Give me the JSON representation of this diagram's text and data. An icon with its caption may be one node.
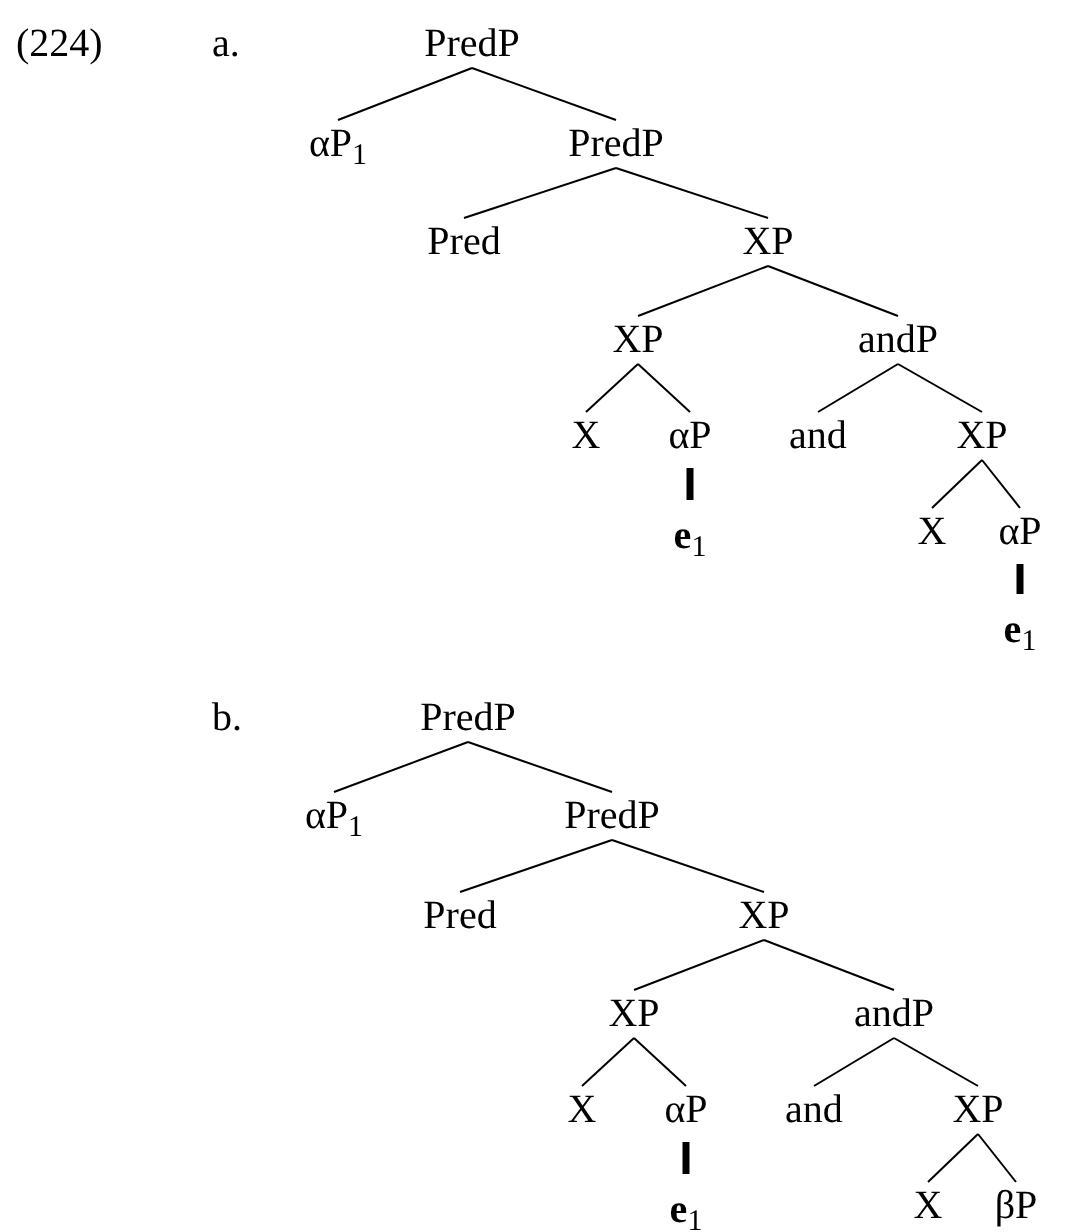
{
  "diagram": {
    "nodes": [
      {
        "text": [
          "PredP"
        ]
      },
      {
        "text": [
          "αP$_{1}$"
        ]
      },
      {
        "text": [
          "PredP"
        ]
      },
      {
        "text": [
          "Pred"
        ]
      },
      {
        "text": [
          "XP"
        ]
      },
      {
        "text": [
          "XP"
        ]
      },
      {
        "text": [
          "andP"
        ]
      },
      {
        "text": [
          "X"
        ]
      },
      {
        "text": [
          "αP"
        ]
      },
      {
        "text": [
          "and"
        ]
      },
      {
        "text": [
          "XP"
        ]
      },
      {
        "text": [
          "**e**$_{1}$"
        ]
      },
      {
        "text": [
          "X"
        ]
      },
      {
        "text": [
          "αP"
        ]
      },
      {
        "text": [
          "**e**$_{1}$"
        ]
      },
      {
        "text": [
          "PredP"
        ]
      },
      {
        "text": [
          "αP$_{1}$"
        ]
      },
      {
        "text": [
          "PredP"
        ]
      },
      {
        "text": [
          "Pred"
        ]
      },
      {
        "text": [
          "XP"
        ]
      },
      {
        "text": [
          "XP"
        ]
      },
      {
        "text": [
          "andP"
        ]
      },
      {
        "text": [
          "X"
        ]
      },
      {
        "text": [
          "αP"
        ]
      },
      {
        "text": [
          "and"
        ]
      },
      {
        "text": [
          "XP"
        ]
      },
      {
        "text": [
          "**e**$_{1}$"
        ]
      },
      {
        "text": [
          "X"
        ]
      },
      {
        "text": [
          "βP"
        ]
      }
    ],
    "edges": [
      {
        "from": 0,
        "to": 1,
        "arrow": "none"
      },
      {
        "from": 0,
        "to": 2,
        "arrow": "none"
      },
      {
        "from": 2,
        "to": 3,
        "arrow": "none"
      },
      {
        "from": 2,
        "to": 4,
        "arrow": "none"
      },
      {
        "from": 4,
        "to": 5,
        "arrow": "none"
      },
      {
        "from": 4,
        "to": 6,
        "arrow": "none"
      },
      {
        "from": 5,
        "to": 7,
        "arrow": "none"
      },
      {
        "from": 5,
        "to": 8,
        "arrow": "none"
      },
      {
        "from": 8,
        "to": 11,
        "arrow": "none",
        "style": "thick"
      },
      {
        "from": 6,
        "to": 9,
        "arrow": "none"
      },
      {
        "from": 6,
        "to": 10,
        "arrow": "none"
      },
      {
        "from": 10,
        "to": 12,
        "arrow": "none"
      },
      {
        "from": 10,
        "to": 13,
        "arrow": "none"
      },
      {
        "from": 13,
        "to": 14,
        "arrow": "none",
        "style": "thick"
      },
      {
        "from": 15,
        "to": 16,
        "arrow": "none"
      },
      {
        "from": 15,
        "to": 17,
        "arrow": "none"
      },
      {
        "from": 17,
        "to": 18,
        "arrow": "none"
      },
      {
        "from": 17,
        "to": 19,
        "arrow": "none"
      },
      {
        "from": 19,
        "to": 20,
        "arrow": "none"
      },
      {
        "from": 19,
        "to": 21,
        "arrow": "none"
      },
      {
        "from": 20,
        "to": 22,
        "arrow": "none"
      },
      {
        "from": 20,
        "to": 23,
        "arrow": "none"
      },
      {
        "from": 23,
        "to": 26,
        "arrow": "none",
        "style": "thick"
      },
      {
        "from": 21,
        "to": 24,
        "arrow": "none"
      },
      {
        "from": 21,
        "to": 25,
        "arrow": "none"
      },
      {
        "from": 25,
        "to": 27,
        "arrow": "none"
      },
      {
        "from": 25,
        "to": 28,
        "arrow": "none"
      }
    ],
    "labels": [
      "(224)",
      "a.",
      "b."
    ]
  }
}
